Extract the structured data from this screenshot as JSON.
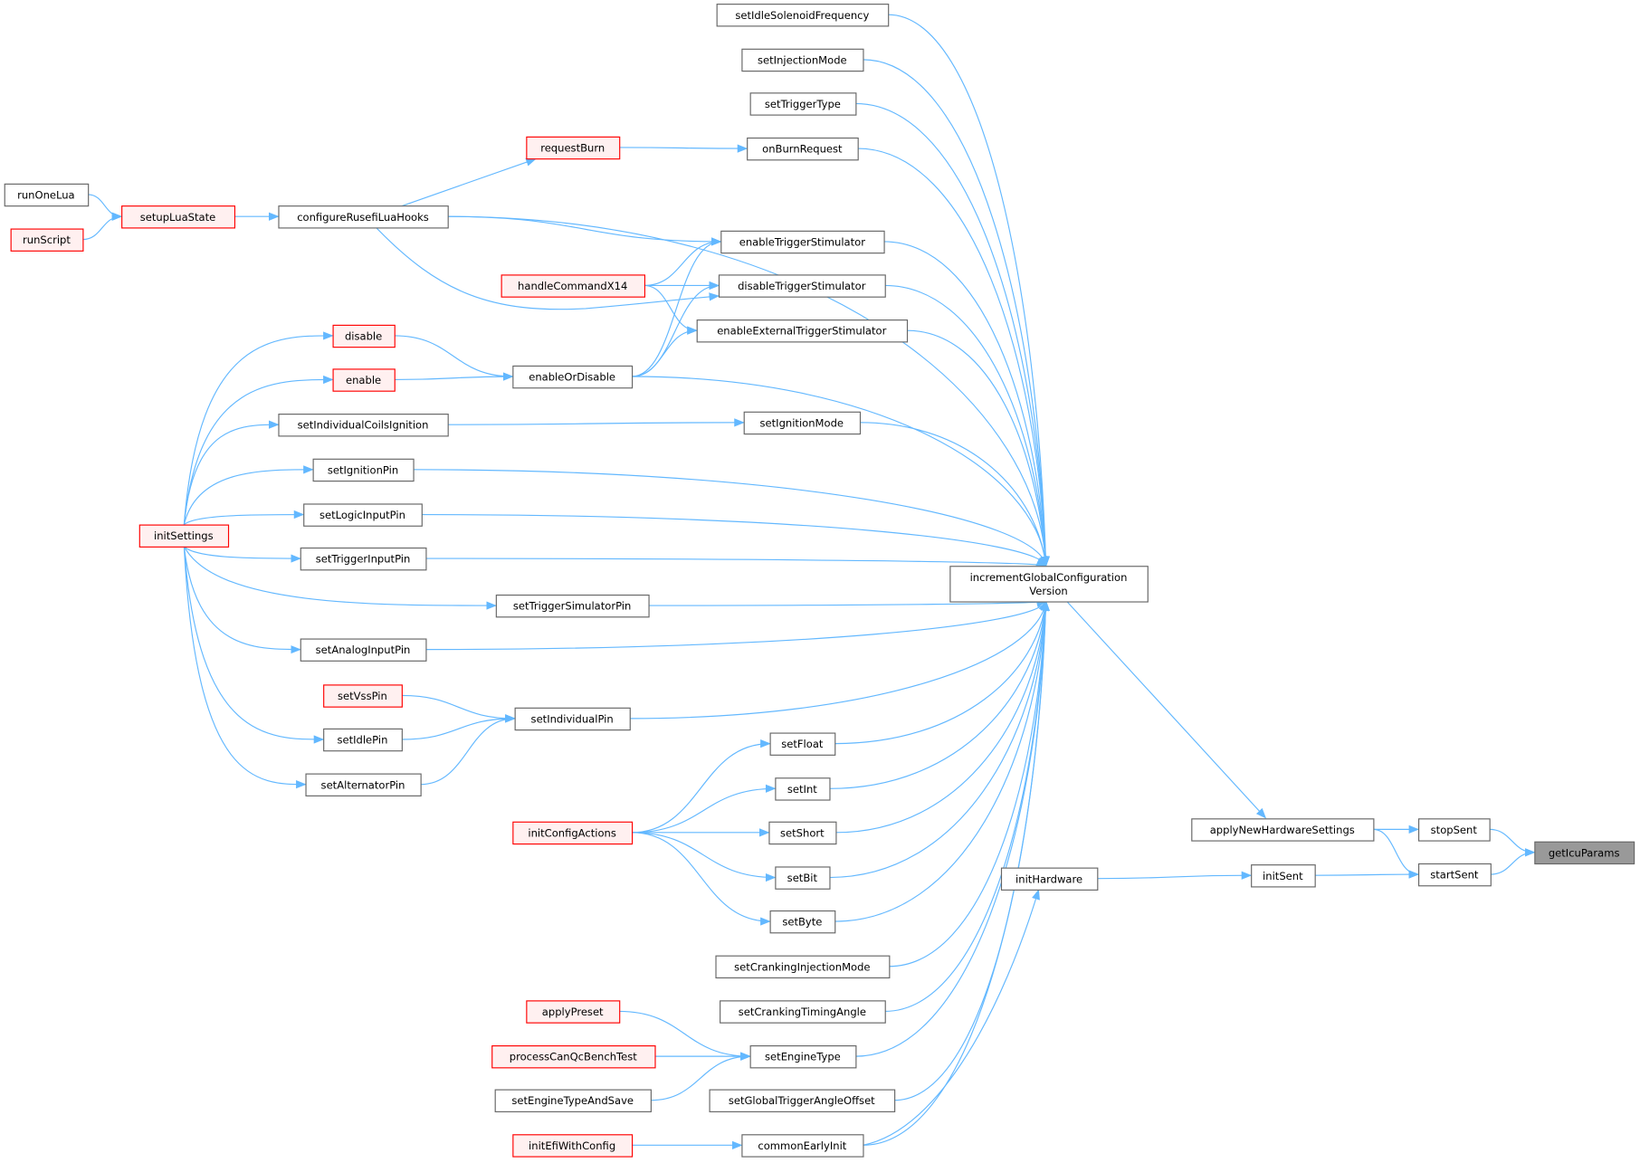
{
  "title": "getIcuParams caller graph",
  "colors": {
    "edge": "#63b8ff",
    "node_border": "#666666",
    "truncated_border": "#ff0000",
    "truncated_fill": "#fff0f0",
    "focus_fill": "#999999"
  },
  "nodes": {
    "getIcuParams": {
      "label": "getIcuParams",
      "style": "gray"
    },
    "stopSent": {
      "label": "stopSent",
      "style": "normal"
    },
    "startSent": {
      "label": "startSent",
      "style": "normal"
    },
    "applyNewHardwareSettings": {
      "label": "applyNewHardwareSettings",
      "style": "normal"
    },
    "initSent": {
      "label": "initSent",
      "style": "normal"
    },
    "initHardware": {
      "label": "initHardware",
      "style": "normal"
    },
    "incrementGlobalConfigurationVersion": {
      "label": "incrementGlobalConfiguration",
      "label2": "Version",
      "style": "normal"
    },
    "setIdleSolenoidFrequency": {
      "label": "setIdleSolenoidFrequency",
      "style": "normal"
    },
    "setInjectionMode": {
      "label": "setInjectionMode",
      "style": "normal"
    },
    "setTriggerType": {
      "label": "setTriggerType",
      "style": "normal"
    },
    "onBurnRequest": {
      "label": "onBurnRequest",
      "style": "normal"
    },
    "requestBurn": {
      "label": "requestBurn",
      "style": "red"
    },
    "runOneLua": {
      "label": "runOneLua",
      "style": "normal"
    },
    "setupLuaState": {
      "label": "setupLuaState",
      "style": "red"
    },
    "runScript": {
      "label": "runScript",
      "style": "red"
    },
    "configureRusefiLuaHooks": {
      "label": "configureRusefiLuaHooks",
      "style": "normal"
    },
    "enableTriggerStimulator": {
      "label": "enableTriggerStimulator",
      "style": "normal"
    },
    "handleCommandX14": {
      "label": "handleCommandX14",
      "style": "red"
    },
    "disableTriggerStimulator": {
      "label": "disableTriggerStimulator",
      "style": "normal"
    },
    "enableExternalTriggerStimulator": {
      "label": "enableExternalTriggerStimulator",
      "style": "normal"
    },
    "disable": {
      "label": "disable",
      "style": "red"
    },
    "enable": {
      "label": "enable",
      "style": "red"
    },
    "enableOrDisable": {
      "label": "enableOrDisable",
      "style": "normal"
    },
    "setIndividualCoilsIgnition": {
      "label": "setIndividualCoilsIgnition",
      "style": "normal"
    },
    "setIgnitionMode": {
      "label": "setIgnitionMode",
      "style": "normal"
    },
    "setIgnitionPin": {
      "label": "setIgnitionPin",
      "style": "normal"
    },
    "setLogicInputPin": {
      "label": "setLogicInputPin",
      "style": "normal"
    },
    "initSettings": {
      "label": "initSettings",
      "style": "red"
    },
    "setTriggerInputPin": {
      "label": "setTriggerInputPin",
      "style": "normal"
    },
    "setTriggerSimulatorPin": {
      "label": "setTriggerSimulatorPin",
      "style": "normal"
    },
    "setAnalogInputPin": {
      "label": "setAnalogInputPin",
      "style": "normal"
    },
    "setVssPin": {
      "label": "setVssPin",
      "style": "red"
    },
    "setIndividualPin": {
      "label": "setIndividualPin",
      "style": "normal"
    },
    "setIdlePin": {
      "label": "setIdlePin",
      "style": "normal"
    },
    "setFloat": {
      "label": "setFloat",
      "style": "normal"
    },
    "setAlternatorPin": {
      "label": "setAlternatorPin",
      "style": "normal"
    },
    "setInt": {
      "label": "setInt",
      "style": "normal"
    },
    "initConfigActions": {
      "label": "initConfigActions",
      "style": "red"
    },
    "setShort": {
      "label": "setShort",
      "style": "normal"
    },
    "setBit": {
      "label": "setBit",
      "style": "normal"
    },
    "setByte": {
      "label": "setByte",
      "style": "normal"
    },
    "setCrankingInjectionMode": {
      "label": "setCrankingInjectionMode",
      "style": "normal"
    },
    "applyPreset": {
      "label": "applyPreset",
      "style": "red"
    },
    "setCrankingTimingAngle": {
      "label": "setCrankingTimingAngle",
      "style": "normal"
    },
    "processCanQcBenchTest": {
      "label": "processCanQcBenchTest",
      "style": "red"
    },
    "setEngineType": {
      "label": "setEngineType",
      "style": "normal"
    },
    "setEngineTypeAndSave": {
      "label": "setEngineTypeAndSave",
      "style": "normal"
    },
    "setGlobalTriggerAngleOffset": {
      "label": "setGlobalTriggerAngleOffset",
      "style": "normal"
    },
    "initEfiWithConfig": {
      "label": "initEfiWithConfig",
      "style": "red"
    },
    "commonEarlyInit": {
      "label": "commonEarlyInit",
      "style": "normal"
    }
  },
  "edges": [
    [
      "stopSent",
      "getIcuParams"
    ],
    [
      "startSent",
      "getIcuParams"
    ],
    [
      "applyNewHardwareSettings",
      "stopSent"
    ],
    [
      "applyNewHardwareSettings",
      "startSent"
    ],
    [
      "initSent",
      "startSent"
    ],
    [
      "initHardware",
      "initSent"
    ],
    [
      "incrementGlobalConfigurationVersion",
      "applyNewHardwareSettings"
    ],
    [
      "commonEarlyInit",
      "initHardware"
    ],
    [
      "setIdleSolenoidFrequency",
      "incrementGlobalConfigurationVersion"
    ],
    [
      "setInjectionMode",
      "incrementGlobalConfigurationVersion"
    ],
    [
      "setTriggerType",
      "incrementGlobalConfigurationVersion"
    ],
    [
      "onBurnRequest",
      "incrementGlobalConfigurationVersion"
    ],
    [
      "configureRusefiLuaHooks",
      "incrementGlobalConfigurationVersion"
    ],
    [
      "enableTriggerStimulator",
      "incrementGlobalConfigurationVersion"
    ],
    [
      "disableTriggerStimulator",
      "incrementGlobalConfigurationVersion"
    ],
    [
      "enableExternalTriggerStimulator",
      "incrementGlobalConfigurationVersion"
    ],
    [
      "enableOrDisable",
      "incrementGlobalConfigurationVersion"
    ],
    [
      "setIgnitionMode",
      "incrementGlobalConfigurationVersion"
    ],
    [
      "setIgnitionPin",
      "incrementGlobalConfigurationVersion"
    ],
    [
      "setLogicInputPin",
      "incrementGlobalConfigurationVersion"
    ],
    [
      "setTriggerInputPin",
      "incrementGlobalConfigurationVersion"
    ],
    [
      "setTriggerSimulatorPin",
      "incrementGlobalConfigurationVersion"
    ],
    [
      "setAnalogInputPin",
      "incrementGlobalConfigurationVersion"
    ],
    [
      "setIndividualPin",
      "incrementGlobalConfigurationVersion"
    ],
    [
      "setFloat",
      "incrementGlobalConfigurationVersion"
    ],
    [
      "setInt",
      "incrementGlobalConfigurationVersion"
    ],
    [
      "setShort",
      "incrementGlobalConfigurationVersion"
    ],
    [
      "setBit",
      "incrementGlobalConfigurationVersion"
    ],
    [
      "setByte",
      "incrementGlobalConfigurationVersion"
    ],
    [
      "setCrankingInjectionMode",
      "incrementGlobalConfigurationVersion"
    ],
    [
      "setCrankingTimingAngle",
      "incrementGlobalConfigurationVersion"
    ],
    [
      "setEngineType",
      "incrementGlobalConfigurationVersion"
    ],
    [
      "setGlobalTriggerAngleOffset",
      "incrementGlobalConfigurationVersion"
    ],
    [
      "commonEarlyInit",
      "incrementGlobalConfigurationVersion"
    ],
    [
      "requestBurn",
      "onBurnRequest"
    ],
    [
      "configureRusefiLuaHooks",
      "requestBurn"
    ],
    [
      "runOneLua",
      "setupLuaState"
    ],
    [
      "runScript",
      "setupLuaState"
    ],
    [
      "setupLuaState",
      "configureRusefiLuaHooks"
    ],
    [
      "configureRusefiLuaHooks",
      "enableTriggerStimulator"
    ],
    [
      "configureRusefiLuaHooks",
      "disableTriggerStimulator"
    ],
    [
      "handleCommandX14",
      "enableTriggerStimulator"
    ],
    [
      "handleCommandX14",
      "disableTriggerStimulator"
    ],
    [
      "handleCommandX14",
      "enableExternalTriggerStimulator"
    ],
    [
      "enableOrDisable",
      "enableTriggerStimulator"
    ],
    [
      "enableOrDisable",
      "disableTriggerStimulator"
    ],
    [
      "enableOrDisable",
      "enableExternalTriggerStimulator"
    ],
    [
      "disable",
      "enableOrDisable"
    ],
    [
      "enable",
      "enableOrDisable"
    ],
    [
      "initSettings",
      "disable"
    ],
    [
      "initSettings",
      "enable"
    ],
    [
      "initSettings",
      "setIndividualCoilsIgnition"
    ],
    [
      "initSettings",
      "setIgnitionPin"
    ],
    [
      "initSettings",
      "setLogicInputPin"
    ],
    [
      "initSettings",
      "setTriggerInputPin"
    ],
    [
      "initSettings",
      "setTriggerSimulatorPin"
    ],
    [
      "initSettings",
      "setAnalogInputPin"
    ],
    [
      "initSettings",
      "setIdlePin"
    ],
    [
      "initSettings",
      "setAlternatorPin"
    ],
    [
      "setIndividualCoilsIgnition",
      "setIgnitionMode"
    ],
    [
      "setVssPin",
      "setIndividualPin"
    ],
    [
      "setIdlePin",
      "setIndividualPin"
    ],
    [
      "setAlternatorPin",
      "setIndividualPin"
    ],
    [
      "initConfigActions",
      "setFloat"
    ],
    [
      "initConfigActions",
      "setInt"
    ],
    [
      "initConfigActions",
      "setShort"
    ],
    [
      "initConfigActions",
      "setBit"
    ],
    [
      "initConfigActions",
      "setByte"
    ],
    [
      "applyPreset",
      "setEngineType"
    ],
    [
      "processCanQcBenchTest",
      "setEngineType"
    ],
    [
      "setEngineTypeAndSave",
      "setEngineType"
    ],
    [
      "initEfiWithConfig",
      "commonEarlyInit"
    ]
  ]
}
